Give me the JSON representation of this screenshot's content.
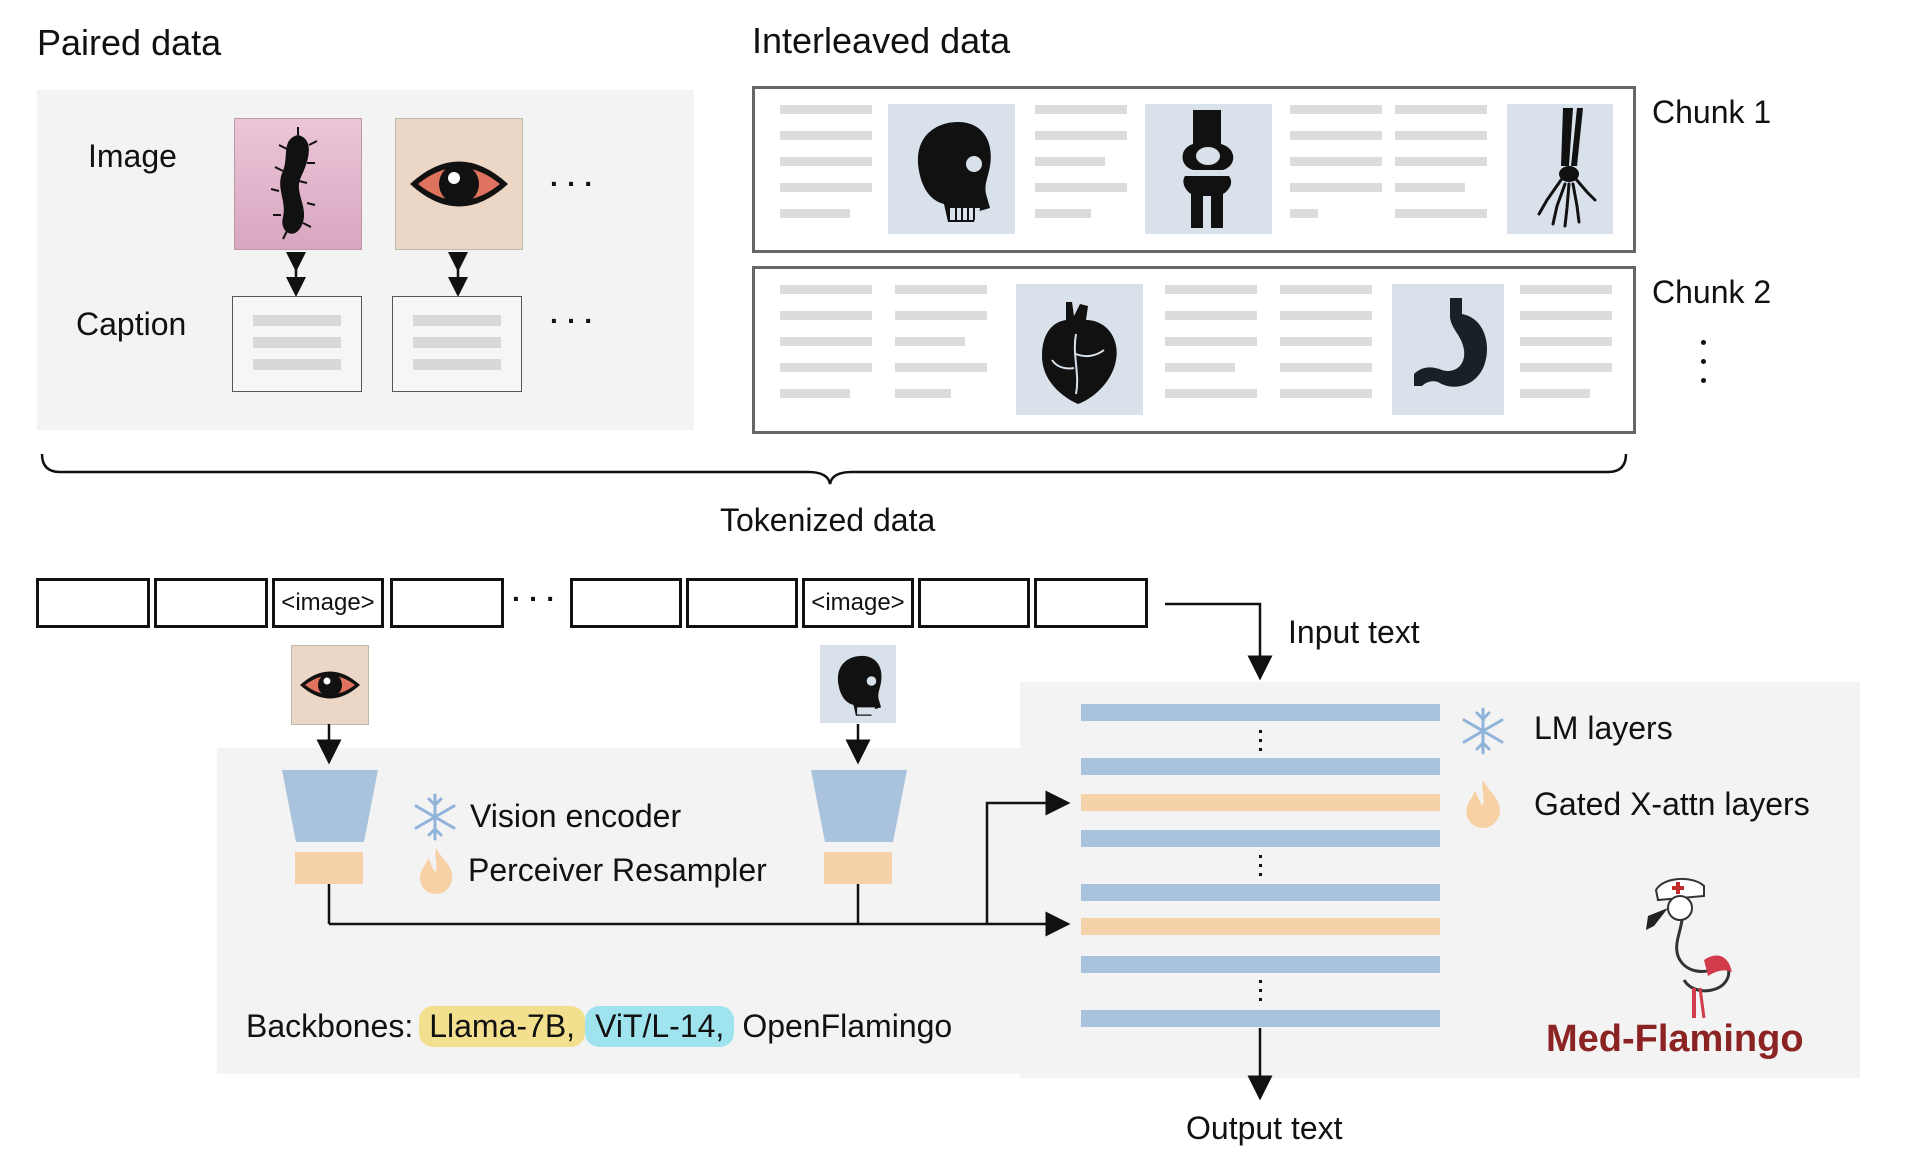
{
  "paired": {
    "title": "Paired data",
    "image_label": "Image",
    "caption_label": "Caption",
    "ellipsis": "· · ·"
  },
  "interleaved": {
    "title": "Interleaved data",
    "chunk1": "Chunk 1",
    "chunk2": "Chunk 2"
  },
  "tokenized_label": "Tokenized data",
  "tokens": {
    "image_token": "<image>",
    "ellipsis": "· · ·"
  },
  "legend": {
    "vision_encoder": "Vision encoder",
    "perceiver": "Perceiver Resampler",
    "lm_layers": "LM layers",
    "gated": "Gated X-attn layers"
  },
  "backbones": {
    "prefix": "Backbones:",
    "llama": "Llama-7B,",
    "vit": "ViT/L-14,",
    "openflamingo": "OpenFlamingo"
  },
  "input_text": "Input text",
  "output_text": "Output text",
  "brand": "Med-Flamingo",
  "colors": {
    "frozen_blue": "#a9c2dd",
    "trainable_orange": "#f5d2a9",
    "brand_red": "#8b2323",
    "llama_yellow": "#f3e08f",
    "vit_cyan": "#9fe3ee"
  },
  "icons": [
    "bacteria-icon",
    "eye-icon",
    "skull-icon",
    "knee-icon",
    "hand-xray-icon",
    "heart-icon",
    "stomach-icon",
    "snowflake-icon",
    "flame-icon",
    "flamingo-nurse-icon"
  ]
}
